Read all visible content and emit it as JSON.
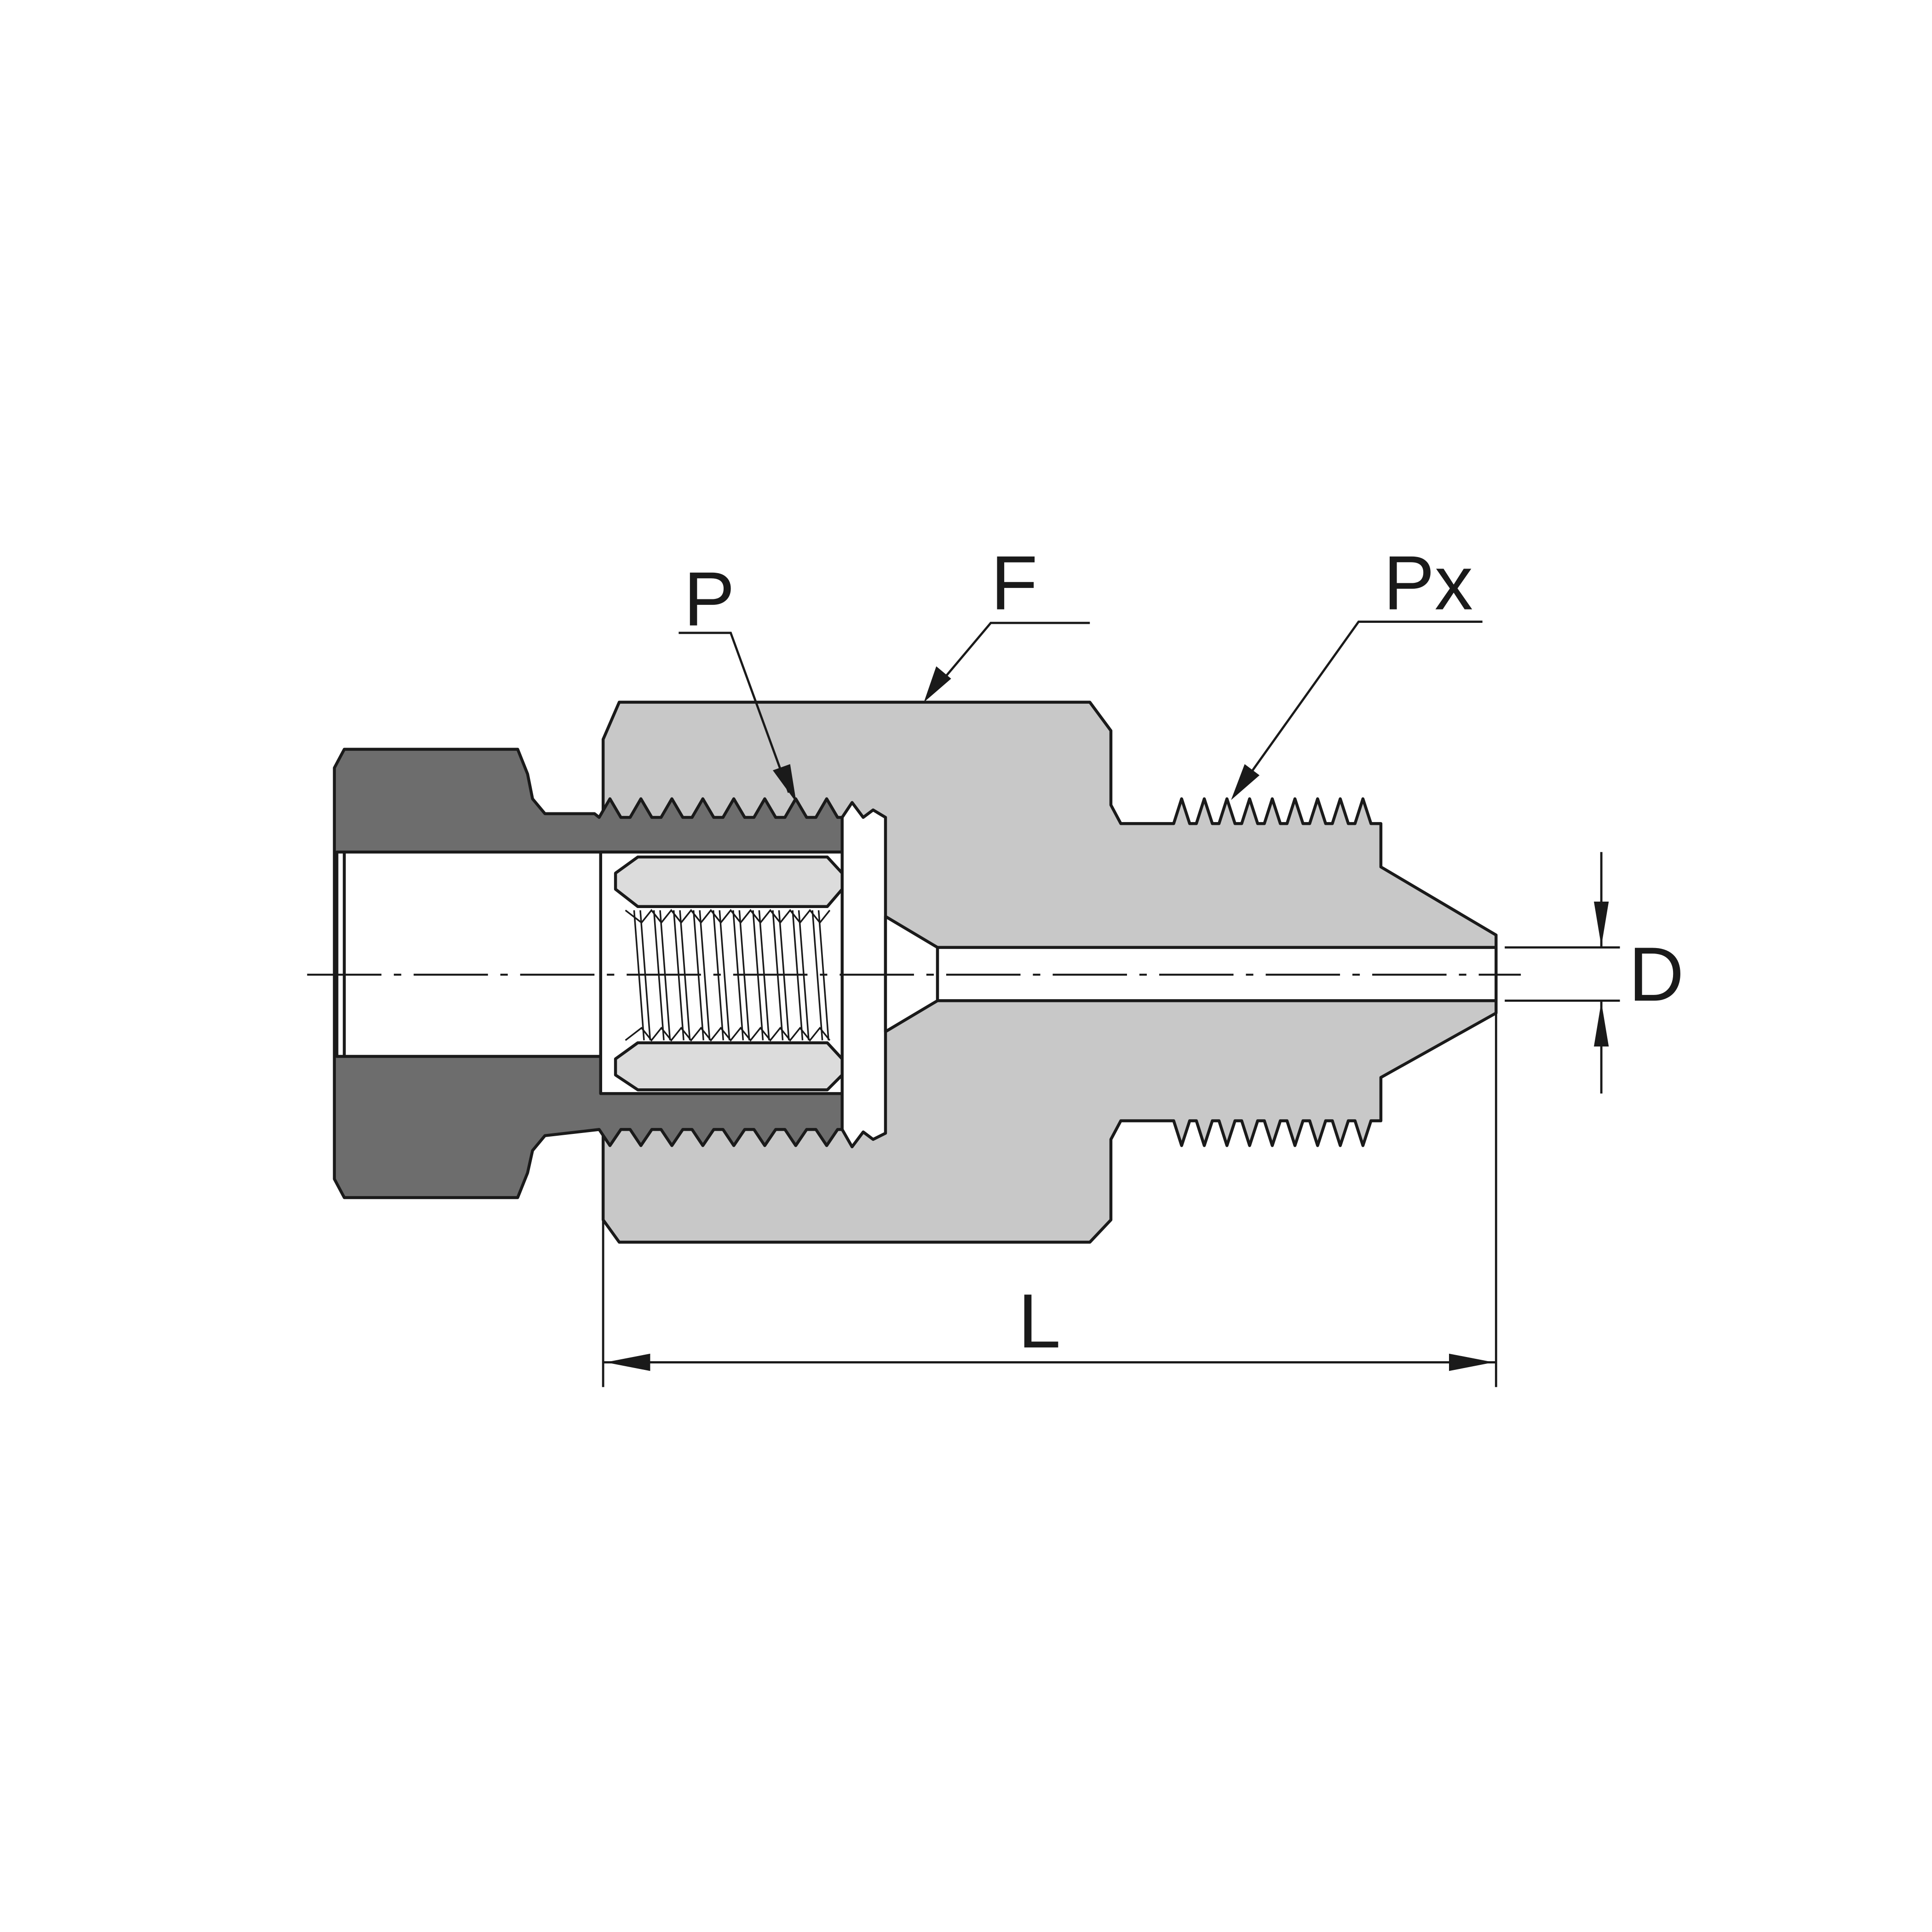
{
  "labels": {
    "filter_element": "P",
    "body": "F",
    "male_thread": "Px",
    "bore_diameter": "D",
    "length": "L"
  },
  "colors": {
    "nut": "#6d6d6d",
    "body": "#c8c8c8",
    "filter_band": "#dcdcdc",
    "line": "#1a1a1a",
    "background": "#ffffff"
  }
}
